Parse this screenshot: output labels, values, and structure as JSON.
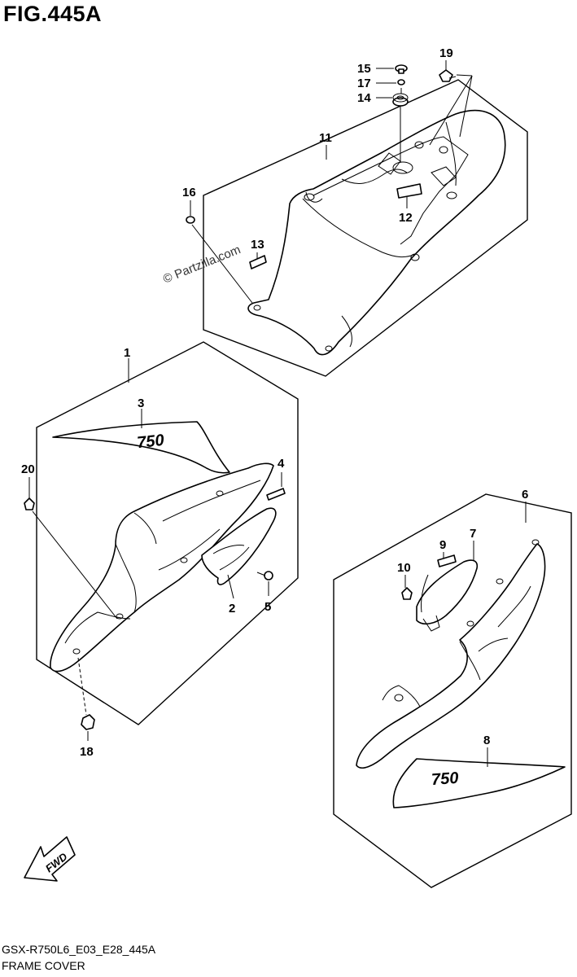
{
  "figure": {
    "title": "FIG.445A",
    "code": "GSX-R750L6_E03_E28_445A",
    "caption": "FRAME COVER",
    "watermark": "© Partzilla.com",
    "decal_text": "750",
    "direction_label": "FWD"
  },
  "callouts": {
    "c1": "1",
    "c2": "2",
    "c3": "3",
    "c4": "4",
    "c5": "5",
    "c6": "6",
    "c7": "7",
    "c8": "8",
    "c9": "9",
    "c10": "10",
    "c11": "11",
    "c12": "12",
    "c13": "13",
    "c14": "14",
    "c15": "15",
    "c16": "16",
    "c17": "17",
    "c18": "18",
    "c19": "19",
    "c20": "20"
  }
}
